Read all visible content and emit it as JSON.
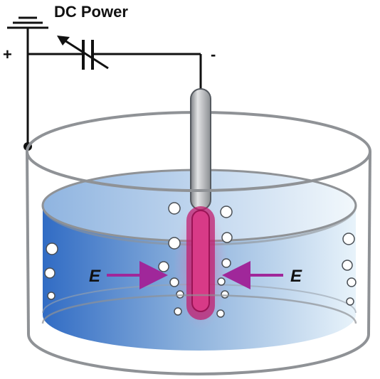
{
  "labels": {
    "power": "DC Power",
    "positive": "+",
    "negative": "-",
    "field_left": "E",
    "field_right": "E"
  },
  "colors": {
    "wire": "#111111",
    "arrow": "#a0279a",
    "plasma": "#c2186b",
    "electrolyte_deep": "#1f5fbf",
    "electrolyte_light": "#e6f2fa",
    "container_edge": "#8f9296",
    "electrode_metal": "#a9abae"
  },
  "icons": {
    "ground": "ground-symbol-icon",
    "source": "variable-capacitor-icon"
  }
}
